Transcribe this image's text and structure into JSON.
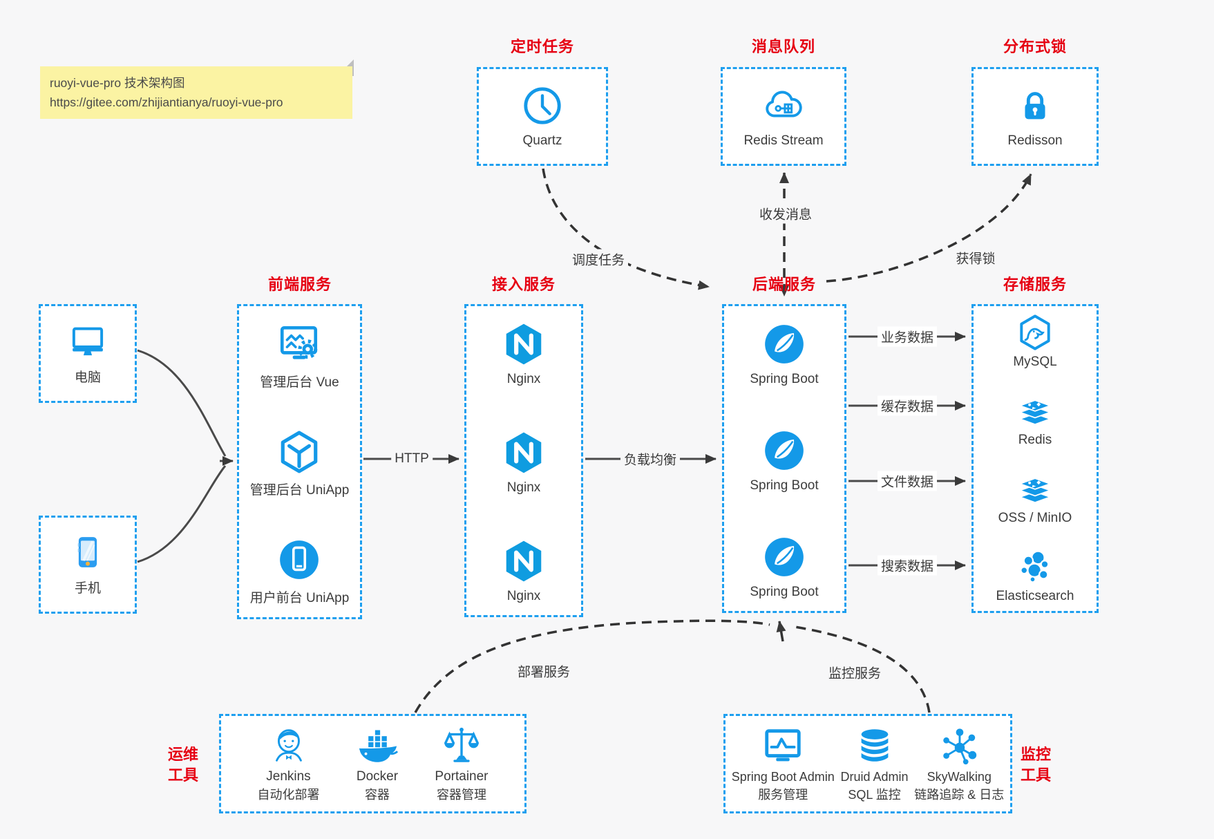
{
  "note": {
    "title": "ruoyi-vue-pro 技术架构图",
    "url": "https://gitee.com/zhijiantianya/ruoyi-vue-pro"
  },
  "colors": {
    "accent_blue": "#1499e8",
    "border_blue": "#1e9fef",
    "title_red": "#e60012",
    "note_yellow": "#fbf3a3",
    "arrow_dark": "#3a3a3a"
  },
  "top_services": {
    "scheduler": {
      "title": "定时任务",
      "item": "Quartz"
    },
    "mq": {
      "title": "消息队列",
      "item": "Redis Stream"
    },
    "lock": {
      "title": "分布式锁",
      "item": "Redisson"
    }
  },
  "clients": {
    "pc": "电脑",
    "mobile": "手机"
  },
  "frontend": {
    "title": "前端服务",
    "items": [
      "管理后台 Vue",
      "管理后台 UniApp",
      "用户前台 UniApp"
    ]
  },
  "access": {
    "title": "接入服务",
    "items": [
      "Nginx",
      "Nginx",
      "Nginx"
    ]
  },
  "backend": {
    "title": "后端服务",
    "items": [
      "Spring Boot",
      "Spring Boot",
      "Spring Boot"
    ]
  },
  "storage": {
    "title": "存储服务",
    "items": [
      "MySQL",
      "Redis",
      "OSS / MinIO",
      "Elasticsearch"
    ]
  },
  "ops": {
    "title_line1": "运维",
    "title_line2": "工具",
    "items": [
      {
        "name": "Jenkins",
        "desc": "自动化部署"
      },
      {
        "name": "Docker",
        "desc": "容器"
      },
      {
        "name": "Portainer",
        "desc": "容器管理"
      }
    ]
  },
  "monitoring": {
    "title_line1": "监控",
    "title_line2": "工具",
    "items": [
      {
        "name": "Spring Boot Admin",
        "desc": "服务管理"
      },
      {
        "name": "Druid Admin",
        "desc": "SQL 监控"
      },
      {
        "name": "SkyWalking",
        "desc": "链路追踪 & 日志"
      }
    ]
  },
  "edges": {
    "schedule": "调度任务",
    "message": "收发消息",
    "lock": "获得锁",
    "http": "HTTP",
    "load_balance": "负载均衡",
    "biz_data": "业务数据",
    "cache_data": "缓存数据",
    "file_data": "文件数据",
    "search_data": "搜索数据",
    "deploy": "部署服务",
    "monitor": "监控服务"
  }
}
